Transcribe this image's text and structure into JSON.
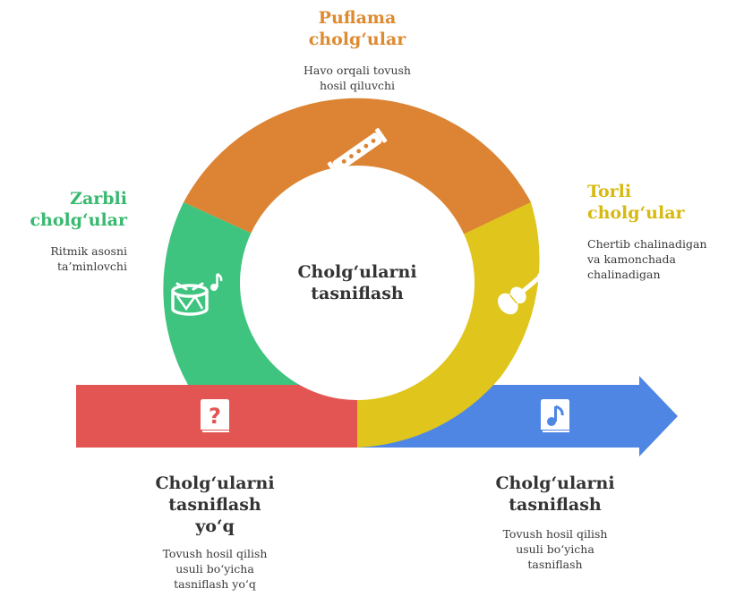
{
  "center": {
    "line1": "Cholg‘ularni",
    "line2": "tasniflash"
  },
  "segments": {
    "wind": {
      "title1": "Puflama",
      "title2": "cholg‘ular",
      "desc1": "Havo orqali tovush",
      "desc2": "hosil qiluvchi",
      "color": "#dc8433",
      "icon": "flute-icon"
    },
    "percussion": {
      "title1": "Zarbli",
      "title2": "cholg‘ular",
      "desc1": "Ritmik asosni",
      "desc2": "ta’minlovchi",
      "color": "#3ec47f",
      "icon": "drum-icon"
    },
    "strings": {
      "title1": "Torli",
      "title2": "cholg‘ular",
      "desc1": "Chertib chalinadigan",
      "desc2": "va kamonchada",
      "desc3": "chalinadigan",
      "color": "#dfc51c",
      "icon": "violin-icon"
    }
  },
  "bottom_left": {
    "title1": "Cholg‘ularni",
    "title2": "tasniflash",
    "title3": "yo‘q",
    "desc1": "Tovush hosil qilish",
    "desc2": "usuli bo‘yicha",
    "desc3": "tasniflash yo‘q",
    "color": "#e25553",
    "icon": "question-book-icon"
  },
  "bottom_right": {
    "title1": "Cholg‘ularni",
    "title2": "tasniflash",
    "desc1": "Tovush hosil qilish",
    "desc2": "usuli bo‘yicha",
    "desc3": "tasniflash",
    "color": "#4f86e4",
    "icon": "music-book-icon"
  },
  "colors": {
    "wind_title": "#de8a30",
    "percussion_title": "#37b96e",
    "strings_title": "#d7b90f"
  }
}
